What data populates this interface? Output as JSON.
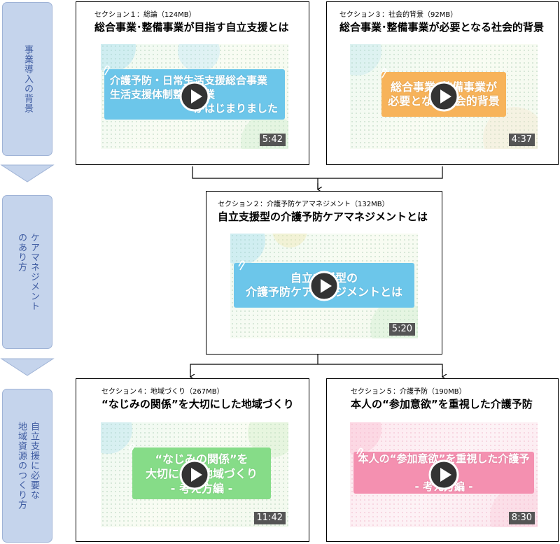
{
  "phases": [
    {
      "label": "事業導入の背景"
    },
    {
      "label": "ケアマネジメント\nのあり方"
    },
    {
      "label": "自立支援に必要な\n地域資源のつくり方"
    }
  ],
  "sections": [
    {
      "label": "セクション１：総論（124MB）",
      "title": "総合事業･整備事業が目指す自立支援とは",
      "banner_lines": [
        "介護予防・日常生活支援総合事業",
        "生活支援体制整備事業",
        "がはじまりました"
      ],
      "banner_color": "#6cc6ea",
      "duration": "5:42"
    },
    {
      "label": "セクション３：社会的背景（92MB）",
      "title": "総合事業･整備事業が必要となる社会的背景",
      "banner_lines": [
        "総合事業･整備事業が",
        "必要となる社会的背景"
      ],
      "banner_color": "#f7b35a",
      "duration": "4:37"
    },
    {
      "label": "セクション２：介護予防ケアマネジメント（132MB）",
      "title": "自立支援型の介護予防ケアマネジメントとは",
      "banner_lines": [
        "自立支援型の",
        "介護予防ケアマネジメントとは"
      ],
      "banner_color": "#6cc6ea",
      "duration": "5:20"
    },
    {
      "label": "セクション４：地域づくり（267MB）",
      "title": "“なじみの関係”を大切にした地域づくり",
      "banner_lines": [
        "“なじみの関係”を",
        "大切にした地域づくり",
        "- 考え方編 -"
      ],
      "banner_color": "#86dc88",
      "duration": "11:42"
    },
    {
      "label": "セクション５：介護予防（190MB）",
      "title": "本人の“参加意欲”を重視した介護予防",
      "banner_lines": [
        "本人の“参加意欲”を重視した介護予防",
        "- 考え方編 -"
      ],
      "banner_color": "#f490b0",
      "duration": "8:30"
    }
  ],
  "colors": {
    "phase_fill": "#c5d4ec",
    "phase_text": "#3d5aa0",
    "play_button": "#333333"
  }
}
